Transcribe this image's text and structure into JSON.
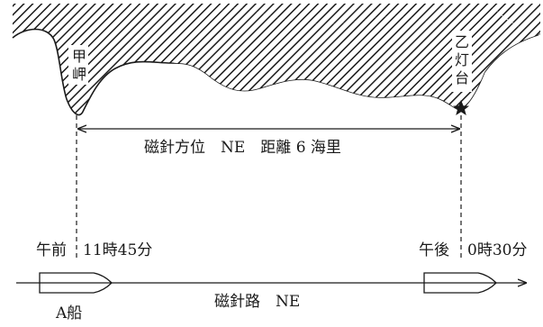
{
  "coast": {
    "point_a_label_line1": "甲",
    "point_a_label_line2": "岬",
    "point_b_label_line1": "乙",
    "point_b_label_line2": "灯",
    "point_b_label_line3": "台"
  },
  "bearing": {
    "label": "磁針方位　NE　距離 6 海里"
  },
  "ship": {
    "start_time_label": "午前",
    "start_time_value": "11時45分",
    "end_time_label": "午後",
    "end_time_value": "0時30分",
    "course_label": "磁針路　NE",
    "ship_name": "A船"
  }
}
